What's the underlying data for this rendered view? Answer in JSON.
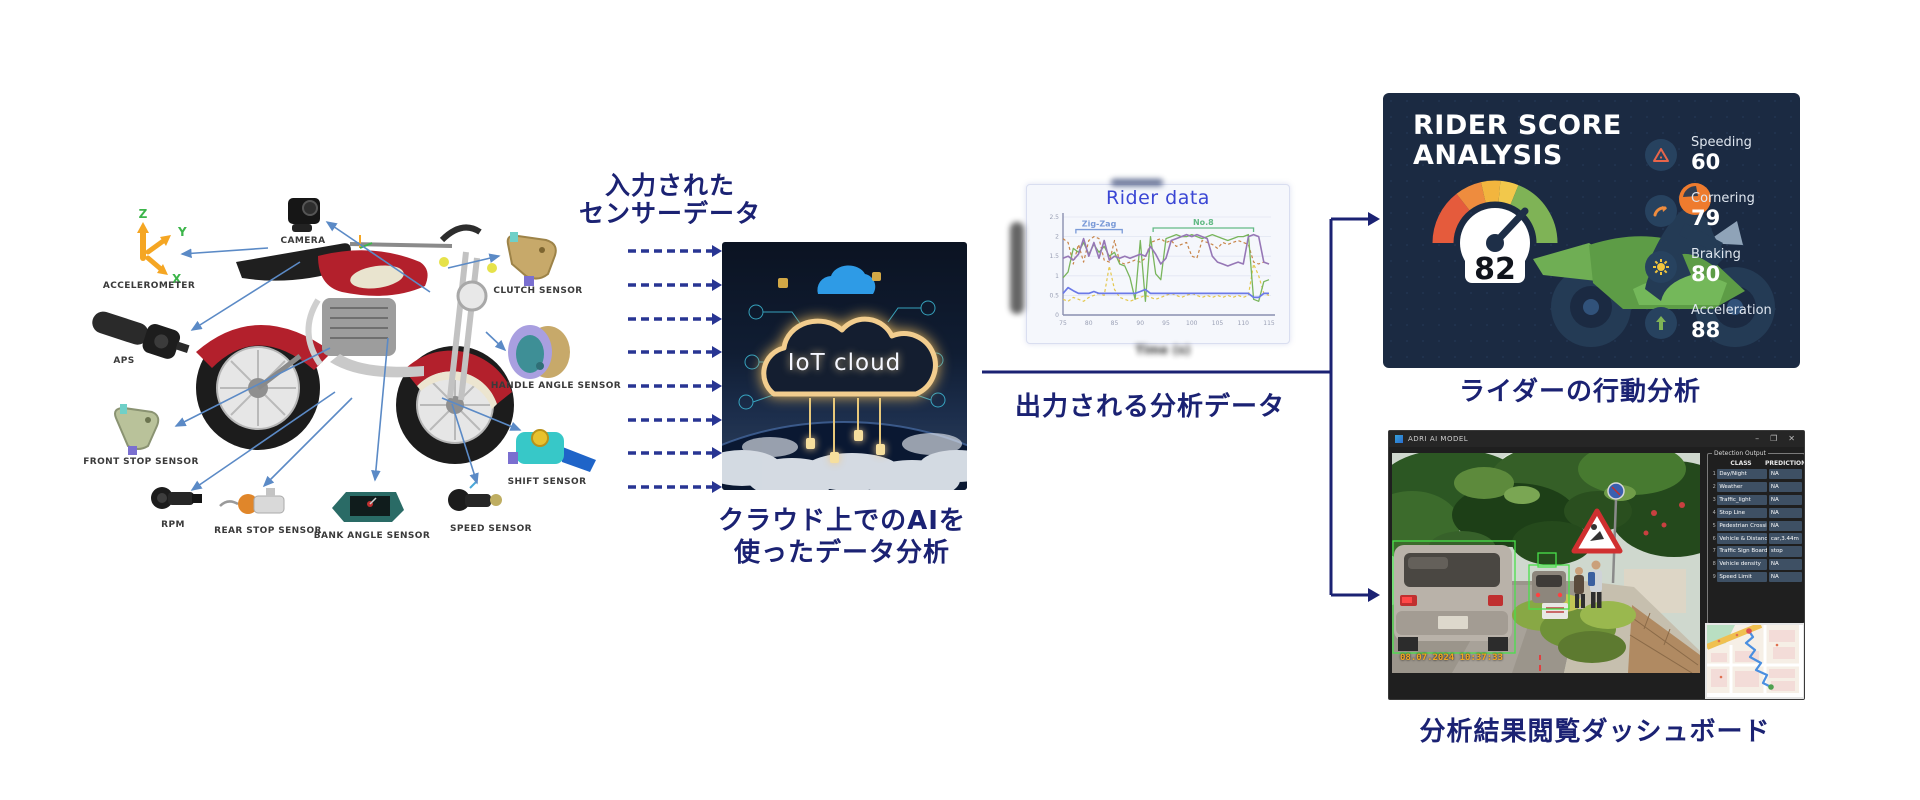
{
  "colors": {
    "heading_navy": "#1b2273",
    "dashed_arrow": "#283593",
    "thin_arrow": "#5b8ac6",
    "connector": "#1b2273",
    "panel_navy": "#1b2a42",
    "chart_title_blue": "#3a46d4"
  },
  "sensor_diagram": {
    "axes": {
      "z": "Z",
      "y": "Y",
      "x": "X"
    },
    "sensors": [
      {
        "id": "accelerometer",
        "label": "ACCELEROMETER"
      },
      {
        "id": "camera",
        "label": "CAMERA"
      },
      {
        "id": "aps",
        "label": "APS"
      },
      {
        "id": "front-stop",
        "label": "FRONT STOP SENSOR"
      },
      {
        "id": "rpm",
        "label": "RPM"
      },
      {
        "id": "rear-stop",
        "label": "REAR STOP SENSOR"
      },
      {
        "id": "bank-angle",
        "label": "BANK ANGLE SENSOR"
      },
      {
        "id": "speed",
        "label": "SPEED SENSOR"
      },
      {
        "id": "clutch",
        "label": "CLUTCH SENSOR"
      },
      {
        "id": "handle-angle",
        "label": "HANDLE ANGLE SENSOR"
      },
      {
        "id": "shift",
        "label": "SHIFT SENSOR"
      }
    ]
  },
  "input_label": {
    "line1": "入力された",
    "line2": "センサーデータ"
  },
  "cloud": {
    "text": "IoT cloud",
    "caption_line1": "クラウド上でのAIを",
    "caption_line2": "使ったデータ分析"
  },
  "output_label": "出力される分析データ",
  "chart_data": {
    "type": "line",
    "title": "Rider data",
    "xlabel": "Time (s)",
    "ylabel_obscured": true,
    "xlim": [
      75,
      115
    ],
    "ylim": [
      0,
      2.5
    ],
    "xticks": [
      75,
      80,
      85,
      90,
      95,
      100,
      105,
      110,
      115
    ],
    "yticks": [
      0,
      0.5,
      1,
      1.5,
      2,
      2.5
    ],
    "grid": true,
    "x": [
      75,
      76,
      77,
      78,
      79,
      80,
      81,
      82,
      83,
      84,
      85,
      86,
      87,
      88,
      89,
      90,
      91,
      92,
      93,
      94,
      95,
      96,
      97,
      98,
      99,
      100,
      101,
      102,
      103,
      104,
      105,
      106,
      107,
      108,
      109,
      110,
      111,
      112,
      113,
      114,
      115
    ],
    "series": [
      {
        "name": "orange-dashed",
        "color": "#c8854a",
        "dash": "3 2.5",
        "width": 1.2,
        "values": [
          1.95,
          1.85,
          1.3,
          1.8,
          1.35,
          1.9,
          2.0,
          1.95,
          1.4,
          1.35,
          1.9,
          1.35,
          1.3,
          1.35,
          1.4,
          1.35,
          1.45,
          1.85,
          1.9,
          1.95,
          1.85,
          1.9,
          1.75,
          1.8,
          1.85,
          1.5,
          1.45,
          1.9,
          1.85,
          1.8,
          1.7,
          1.85,
          1.8,
          1.85,
          1.9,
          1.85,
          1.8,
          1.35,
          1.3,
          1.35,
          1.3
        ]
      },
      {
        "name": "yellow-dashed",
        "color": "#e4c84e",
        "dash": "3 2.5",
        "width": 1.2,
        "values": [
          0.4,
          0.35,
          0.45,
          0.4,
          0.35,
          0.45,
          0.5,
          0.55,
          0.5,
          1.25,
          0.65,
          0.45,
          0.4,
          0.35,
          0.4,
          0.45,
          0.5,
          0.45,
          0.4,
          0.45,
          0.5,
          0.55,
          0.5,
          0.45,
          0.5,
          0.55,
          0.5,
          0.45,
          0.5,
          0.45,
          0.5,
          0.45,
          0.5,
          0.45,
          0.5,
          0.45,
          0.5,
          1.3,
          1.0,
          0.55,
          0.5
        ]
      },
      {
        "name": "green",
        "color": "#79b55c",
        "width": 1.3,
        "values": [
          0.95,
          1.1,
          1.7,
          1.6,
          1.85,
          1.55,
          1.8,
          1.6,
          1.75,
          1.5,
          1.6,
          1.3,
          1.25,
          0.95,
          0.4,
          1.9,
          0.35,
          2.0,
          1.05,
          0.9,
          1.95,
          2.0,
          2.05,
          2.0,
          2.0,
          2.05,
          2.0,
          1.95,
          2.0,
          2.05,
          2.0,
          1.95,
          1.9,
          1.95,
          2.0,
          2.0,
          2.05,
          0.4,
          0.35,
          0.85,
          0.9
        ]
      },
      {
        "name": "purple",
        "color": "#9677b6",
        "width": 1.6,
        "values": [
          1.45,
          1.5,
          1.4,
          1.55,
          1.95,
          1.5,
          1.85,
          1.45,
          1.9,
          1.4,
          1.5,
          1.45,
          1.5,
          1.45,
          1.5,
          1.55,
          1.5,
          1.75,
          1.55,
          1.3,
          1.45,
          1.9,
          1.95,
          2.0,
          2.05,
          2.0,
          2.05,
          2.0,
          1.95,
          1.5,
          1.35,
          1.3,
          1.25,
          1.3,
          1.35,
          1.3,
          2.0,
          2.05,
          2.0,
          1.35,
          1.3
        ]
      },
      {
        "name": "blue",
        "color": "#6b79e8",
        "width": 1.7,
        "values": [
          0.55,
          0.7,
          0.62,
          0.55,
          0.55,
          0.55,
          0.6,
          0.55,
          0.55,
          0.55,
          0.55,
          0.55,
          0.55,
          0.55,
          0.55,
          0.6,
          0.65,
          0.55,
          0.55,
          0.55,
          0.55,
          0.55,
          0.55,
          0.55,
          0.55,
          0.55,
          0.55,
          0.55,
          0.55,
          0.55,
          0.55,
          0.55,
          0.55,
          0.55,
          0.55,
          0.55,
          0.55,
          0.45,
          0.45,
          0.55,
          0.55
        ]
      }
    ],
    "annotations": [
      {
        "label": "Zig-Zag",
        "color": "#7b9bd8",
        "x1": 77.5,
        "x2": 86.5,
        "y": 2.18
      },
      {
        "label": "No.8",
        "color": "#63ba85",
        "x1": 92.5,
        "x2": 112,
        "y": 2.22
      }
    ],
    "legend": "none"
  },
  "rider_panel": {
    "title_line1": "RIDER SCORE",
    "title_line2": "ANALYSIS",
    "score": "82",
    "metrics": [
      {
        "icon": "warning-triangle",
        "label": "Speeding",
        "value": "60"
      },
      {
        "icon": "curve-arrow",
        "label": "Cornering",
        "value": "79"
      },
      {
        "icon": "sun-burst",
        "label": "Braking",
        "value": "80"
      },
      {
        "icon": "up-arrow",
        "label": "Acceleration",
        "value": "88"
      }
    ],
    "caption": "ライダーの行動分析"
  },
  "dashboard": {
    "window_title": "ADRI AI MODEL",
    "window_controls": {
      "minimize": "–",
      "maximize": "❐",
      "close": "✕"
    },
    "detection_title": "Detection Output",
    "table": {
      "headers": [
        "CLASS",
        "PREDICTION"
      ],
      "rows": [
        {
          "n": "1",
          "name": "Day/Night",
          "value": "NA"
        },
        {
          "n": "2",
          "name": "Weather",
          "value": "NA"
        },
        {
          "n": "3",
          "name": "Traffic_light",
          "value": "NA"
        },
        {
          "n": "4",
          "name": "Stop Line",
          "value": "NA"
        },
        {
          "n": "5",
          "name": "Pedestrian Crossing",
          "value": "NA"
        },
        {
          "n": "6",
          "name": "Vehicle & Distance",
          "value": "car,3.44m"
        },
        {
          "n": "7",
          "name": "Traffic Sign Boards",
          "value": "stop"
        },
        {
          "n": "8",
          "name": "Vehicle density",
          "value": "NA"
        },
        {
          "n": "9",
          "name": "Speed Limit",
          "value": "NA"
        }
      ]
    },
    "timestamp": "08.07.2024 10:37:33",
    "caption": "分析結果閲覧ダッシュボード"
  }
}
